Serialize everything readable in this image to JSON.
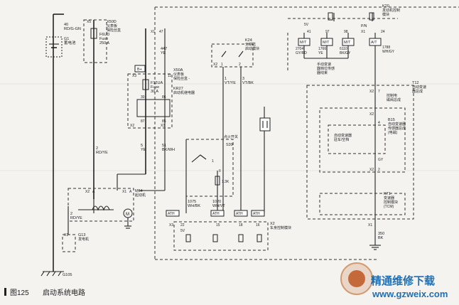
{
  "caption": {
    "figure": "图125",
    "title": "启动系统电路"
  },
  "watermark": {
    "brand": "精通维修下载",
    "url": "www.gzweix.com"
  },
  "battery": {
    "wire_size": "40",
    "wire_color": "RD/G-GN",
    "ref": "G1",
    "name": "蓄电池"
  },
  "fuse_x50d": {
    "conn": "X5",
    "ref": "X50D",
    "desc1": "仪表板",
    "desc2": "保险丝盒",
    "fuse": "F6UD",
    "fuse_label": "Fuse",
    "rating": "250 A"
  },
  "x50a": {
    "conn": "X3",
    "pin_top": "11",
    "ref": "X50A",
    "desc1": "仪表板",
    "desc2": "保险丝盒 -",
    "fuse": "F12UA",
    "fuse_label": "Fuse",
    "rating": "30 A",
    "relay": "KR27",
    "relay_desc": "启动机继电器",
    "pins": [
      "30",
      "86",
      "87",
      "85"
    ],
    "conn2": "X2",
    "conn3": "X3",
    "wire447": "447",
    "wire447c": "YE",
    "b_plus": "B+"
  },
  "starter": {
    "wire1": "2",
    "wire1c": "RD/YE",
    "wire2": "5",
    "wire2c": "YE",
    "wire3": "51",
    "wire3c": "BK/WH",
    "conn": "X2",
    "pin": "A",
    "conn2": "X1",
    "pin2": "A",
    "ref": "M64",
    "name": "起动机"
  },
  "generator": {
    "wire": "2",
    "wire_c": "RD/YE",
    "conn": "X1",
    "ref": "G13",
    "name": "发电机"
  },
  "ground": {
    "ref": "G105"
  },
  "k24": {
    "ref": "K24",
    "desc1": "无钥匙",
    "desc2": "启动模块",
    "conn": "X2",
    "pins": [
      "1",
      "2"
    ],
    "w1": "1",
    "w1c": "VT/YE",
    "w2": "3",
    "w2c": "VT/BK"
  },
  "ignition_switch": {
    "ref": "S39",
    "name": "点火开关",
    "res": "1.3K",
    "pins": [
      "1",
      "II"
    ],
    "w1": "1075",
    "w1c": "WH/BK",
    "w2": "1020",
    "w2c": "WH/VT"
  },
  "k20": {
    "ref": "K20",
    "desc1": "发动机控制",
    "desc2": "模块",
    "pin": "24",
    "pin_label": "P/N",
    "conn": "X1",
    "pins": [
      "47",
      "41",
      "97",
      "98"
    ],
    "v5": "5V"
  },
  "transmission": {
    "labels": [
      "M/T",
      "M/T",
      "M/T",
      "A/T"
    ],
    "wires": [
      "2704",
      "1766",
      "6110",
      "1788"
    ],
    "wire_colors": [
      "GY/RD",
      "YE",
      "BK/GY",
      "WH/GY"
    ],
    "desc1": "手动变速",
    "desc2": "器档位传感",
    "desc3": "器线束"
  },
  "x2_module": {
    "conn": "X3",
    "pins": [
      "22",
      "15",
      "18",
      "16"
    ],
    "v5": "5V",
    "labels": [
      "ATH",
      "ATH",
      "ATH",
      "ATH"
    ],
    "ref": "X2",
    "desc": "车身控制模块"
  },
  "t12": {
    "ref": "T12",
    "desc1": "自动变速",
    "desc2": "器总成",
    "conn": "X2",
    "pin": "7",
    "desc3": "控制电",
    "desc4": "磁阀总成",
    "b15": "B15",
    "b15d1": "自动变速器",
    "b15d2": "传感器总成",
    "b15d3": "(电磁)",
    "inner1": "自动变速器",
    "inner2": "驻车/空档",
    "pin2": "4",
    "pin3": "2",
    "gy": "GY",
    "k71": "K71",
    "k71d1": "变速器",
    "k71d2": "控制模块",
    "k71d3": "(TCM)",
    "wire": "350",
    "wire_c": "BK",
    "conn2": "X1"
  }
}
